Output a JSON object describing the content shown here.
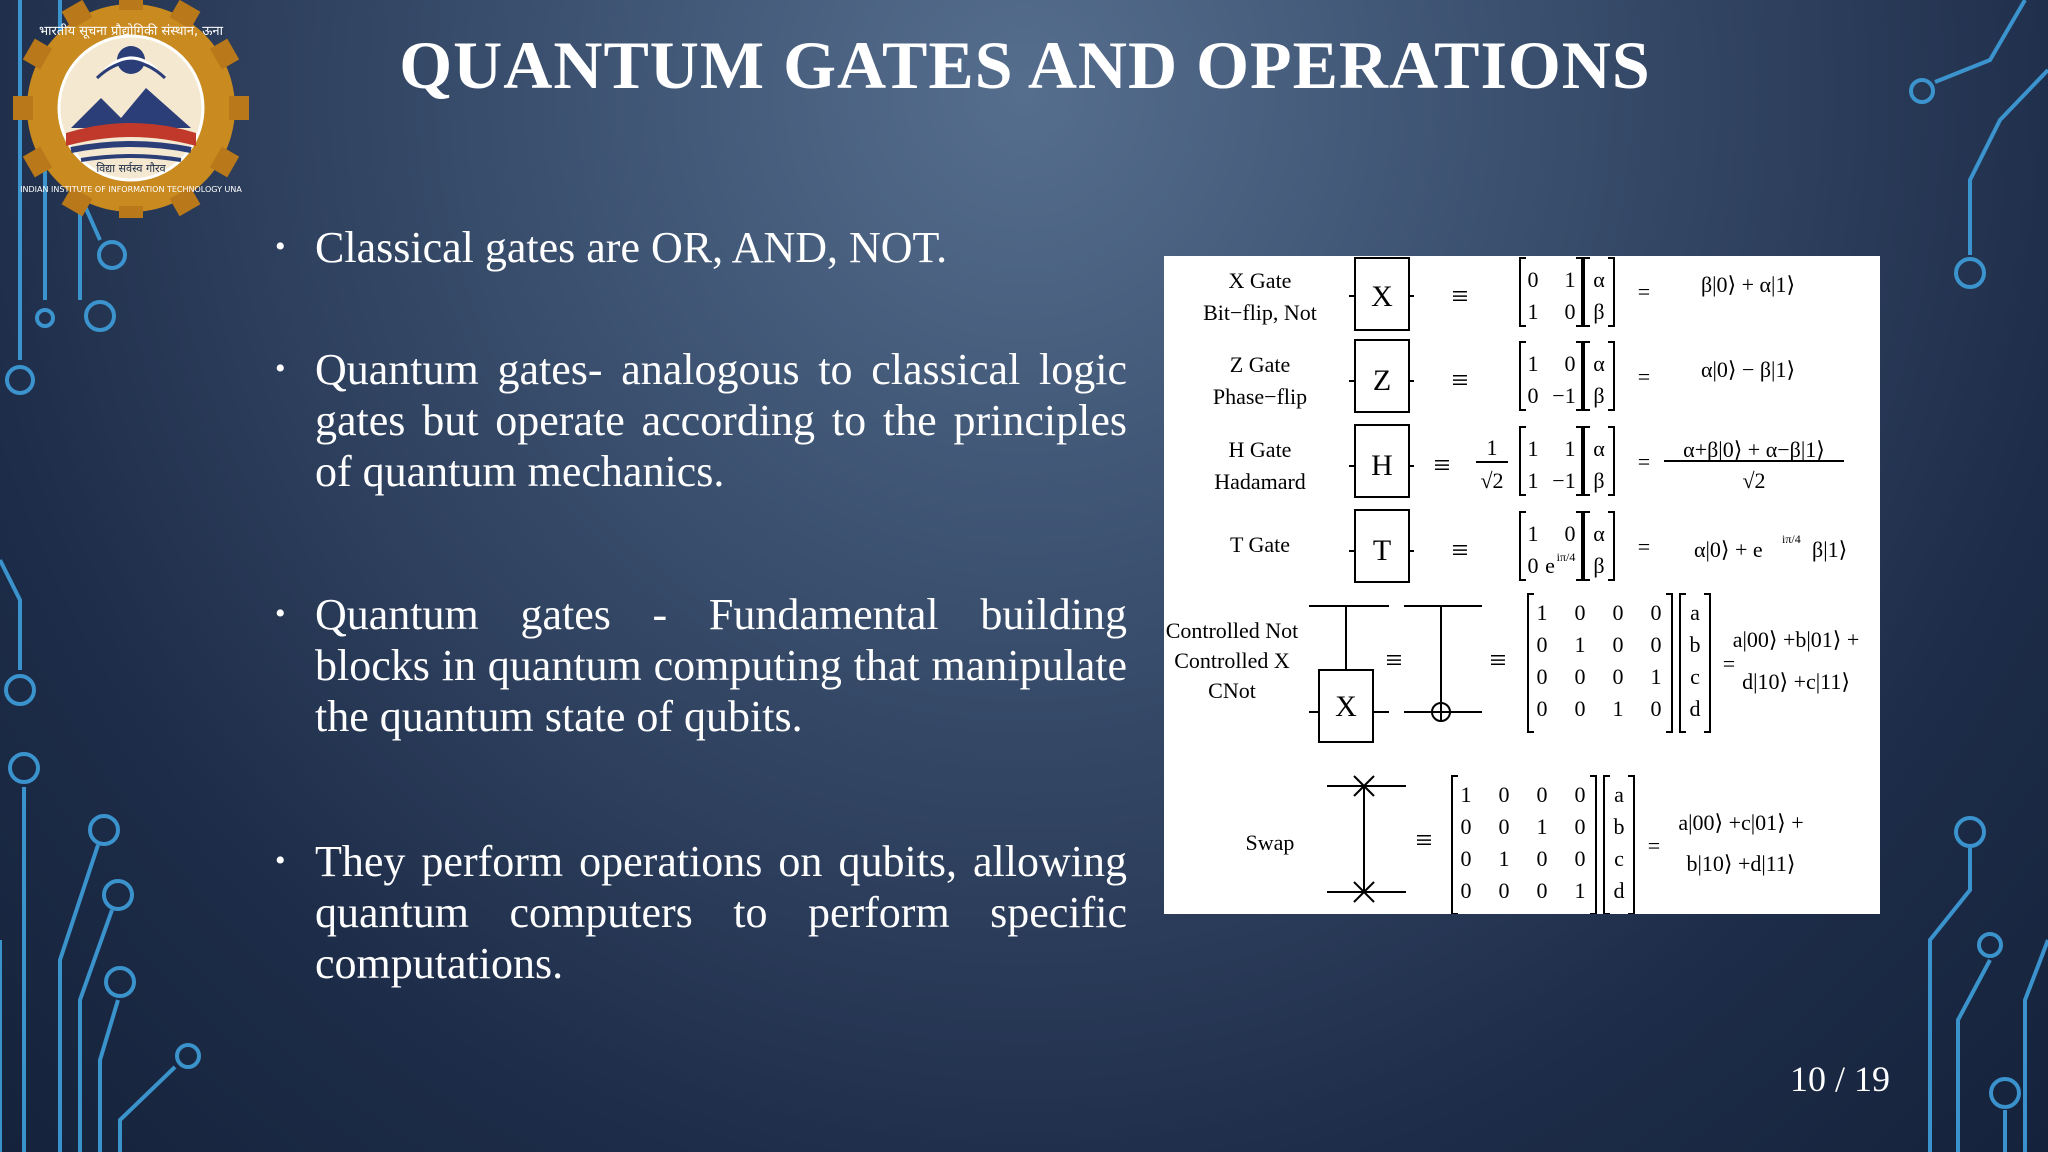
{
  "slide": {
    "title": "QUANTUM GATES AND OPERATIONS",
    "page_number": "10 / 19"
  },
  "logo": {
    "ring_text_top": "भारतीय सूचना प्रौद्योगिकी संस्थान, ऊना",
    "ring_text_bottom": "INDIAN INSTITUTE OF INFORMATION TECHNOLOGY UNA",
    "motto": "विद्या सर्वस्व गौरव"
  },
  "bullets": [
    "Classical gates are OR, AND, NOT.",
    "Quantum gates- analogous to classical logic gates but operate according to the principles of quantum mechanics.",
    "Quantum gates - Fundamental building blocks in quantum computing that manipulate the quantum state of qubits.",
    "They perform operations on qubits, allowing quantum computers to perform specific computations."
  ],
  "figure": {
    "x_gate": {
      "name": "X Gate",
      "alias": "Bit−flip, Not",
      "symbol": "X",
      "m11": "0",
      "m12": "1",
      "m21": "1",
      "m22": "0",
      "v1": "α",
      "v2": "β",
      "result": "β|0⟩ + α|1⟩"
    },
    "z_gate": {
      "name": "Z Gate",
      "alias": "Phase−flip",
      "symbol": "Z",
      "m11": "1",
      "m12": "0",
      "m21": "0",
      "m22": "−1",
      "v1": "α",
      "v2": "β",
      "result": "α|0⟩ − β|1⟩"
    },
    "h_gate": {
      "name": "H Gate",
      "alias": "Hadamard",
      "symbol": "H",
      "frac_num": "1",
      "frac_den": "√2",
      "m11": "1",
      "m12": "1",
      "m21": "1",
      "m22": "−1",
      "v1": "α",
      "v2": "β",
      "result_num": "α+β|0⟩ + α−β|1⟩",
      "result_den": "√2"
    },
    "t_gate": {
      "name": "T Gate",
      "symbol": "T",
      "m11": "1",
      "m12": "0",
      "m21": "0",
      "m22": "e",
      "m22_exp": "iπ/4",
      "v1": "α",
      "v2": "β",
      "result_a": "α|0⟩ + e",
      "result_exp": "iπ/4",
      "result_b": "β|1⟩"
    },
    "cnot": {
      "line1": "Controlled Not",
      "line2": "Controlled X",
      "line3": "CNot",
      "symbol": "X",
      "matrix": [
        [
          "1",
          "0",
          "0",
          "0"
        ],
        [
          "0",
          "1",
          "0",
          "0"
        ],
        [
          "0",
          "0",
          "0",
          "1"
        ],
        [
          "0",
          "0",
          "1",
          "0"
        ]
      ],
      "vector": [
        "a",
        "b",
        "c",
        "d"
      ],
      "result1": "a|00⟩ +b|01⟩ +",
      "result2": "d|10⟩ +c|11⟩"
    },
    "swap": {
      "name": "Swap",
      "matrix": [
        [
          "1",
          "0",
          "0",
          "0"
        ],
        [
          "0",
          "0",
          "1",
          "0"
        ],
        [
          "0",
          "1",
          "0",
          "0"
        ],
        [
          "0",
          "0",
          "0",
          "1"
        ]
      ],
      "vector": [
        "a",
        "b",
        "c",
        "d"
      ],
      "result1": "a|00⟩ +c|01⟩ +",
      "result2": "b|10⟩ +d|11⟩"
    },
    "equiv": "≡",
    "equals": "="
  },
  "colors": {
    "accent": "#4aa8e0",
    "logo_gold": "#c98a1f",
    "logo_red": "#c0392b"
  }
}
